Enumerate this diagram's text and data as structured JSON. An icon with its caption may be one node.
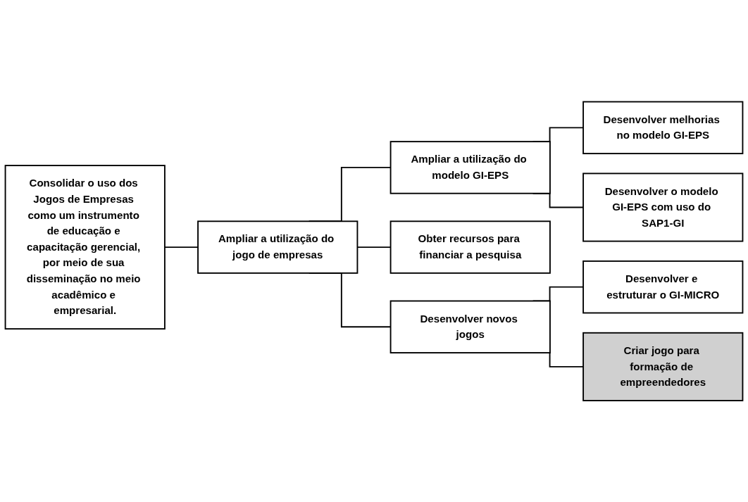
{
  "diagram": {
    "nodes": [
      {
        "text": [
          "Consolidar o uso dos Jogos de Empresas como um instrumento de educação e capacitação gerencial, por meio de sua disseminação no meio acadêmico e empresarial."
        ]
      },
      {
        "text": [
          "Ampliar a utilização do jogo de empresas"
        ]
      },
      {
        "text": [
          "Ampliar a utilização do modelo GI-EPS"
        ]
      },
      {
        "text": [
          "Obter recursos para financiar a pesquisa"
        ]
      },
      {
        "text": [
          "Desenvolver novos jogos"
        ]
      },
      {
        "text": [
          "Desenvolver melhorias no modelo GI-EPS"
        ]
      },
      {
        "text": [
          "Desenvolver o modelo GI-EPS com uso do SAP1-GI"
        ]
      },
      {
        "text": [
          "Desenvolver e estruturar o GI-MICRO"
        ]
      },
      {
        "text": [
          "Criar jogo para formação de empreendedores"
        ]
      }
    ],
    "edges": [
      {
        "from": 0,
        "to": 1,
        "arrow": "none"
      },
      {
        "from": 1,
        "to": 2,
        "arrow": "none"
      },
      {
        "from": 1,
        "to": 3,
        "arrow": "none"
      },
      {
        "from": 1,
        "to": 4,
        "arrow": "none"
      },
      {
        "from": 2,
        "to": 5,
        "arrow": "none"
      },
      {
        "from": 2,
        "to": 6,
        "arrow": "none"
      },
      {
        "from": 4,
        "to": 7,
        "arrow": "none"
      },
      {
        "from": 4,
        "to": 8,
        "arrow": "none"
      }
    ]
  }
}
